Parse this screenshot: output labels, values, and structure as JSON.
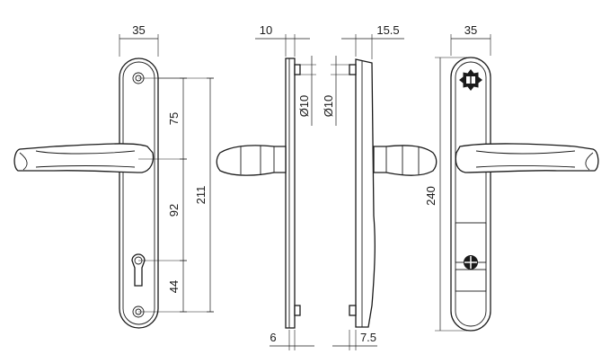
{
  "front_view": {
    "width_label": "35",
    "dim_top_label": "75",
    "dim_middle_label": "92",
    "dim_bottom_label": "44",
    "dim_total_label": "211"
  },
  "side_view_left": {
    "top_label": "10",
    "pin_diameter_label": "Ø10",
    "bottom_label": "6"
  },
  "side_view_right": {
    "top_label": "15.5",
    "pin_diameter_label": "Ø10",
    "bottom_label": "7.5"
  },
  "back_view": {
    "width_label": "35",
    "height_label": "240"
  }
}
